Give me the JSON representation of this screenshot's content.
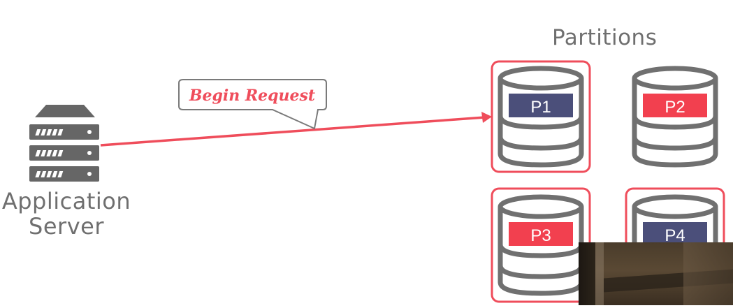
{
  "app_server": {
    "label_line1": "Application",
    "label_line2": "Server"
  },
  "request": {
    "label": "Begin Request"
  },
  "partitions": {
    "title": "Partitions",
    "items": [
      {
        "label": "P1",
        "band_color": "#4b4f7a",
        "highlighted": true
      },
      {
        "label": "P2",
        "band_color": "#f2404f",
        "highlighted": false
      },
      {
        "label": "P3",
        "band_color": "#f2404f",
        "highlighted": true
      },
      {
        "label": "P4",
        "band_color": "#4b4f7a",
        "highlighted": true
      }
    ]
  },
  "colors": {
    "accent_red": "#ef4d5b",
    "gray": "#707070",
    "navy": "#4b4f7a"
  }
}
